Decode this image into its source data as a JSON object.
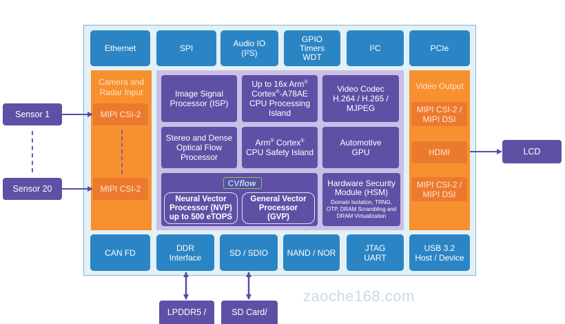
{
  "top_row": [
    "Ethernet",
    "SPI",
    "Audio IO",
    "(I²S)",
    "GPIO",
    "Timers",
    "WDT",
    "I²C",
    "PCIe"
  ],
  "left_column": {
    "title_line1": "Camera and",
    "title_line2": "Radar Input",
    "port_top": "MIPI CSI-2",
    "port_bottom": "MIPI CSI-2"
  },
  "right_column": {
    "title": "Video Output",
    "port1_line1": "MIPI CSI-2 /",
    "port1_line2": "MIPI DSI",
    "port2": "HDMI",
    "port3_line1": "MIPI CSI-2 /",
    "port3_line2": "MIPI DSI"
  },
  "core": {
    "isp_line1": "Image Signal",
    "isp_line2": "Processor (ISP)",
    "cpu_line1": "Up to 16x Arm",
    "cpu_line2a": "Cortex",
    "cpu_line2b": "-A78AE",
    "cpu_line3": "CPU Processing",
    "cpu_line4": "Island",
    "registered": "®",
    "codec_line1": "Video Codec",
    "codec_line2": "H.264 / H.265 /",
    "codec_line3": "MJPEG",
    "stereo_line1": "Stereo and Dense",
    "stereo_line2": "Optical Flow",
    "stereo_line3": "Processor",
    "safety_line1a": "Arm",
    "safety_line1b": " Cortex",
    "safety_line2": "CPU Safety Island",
    "gpu_line1": "Automotive",
    "gpu_line2": "GPU",
    "cvflow_cv": "CV",
    "cvflow_flow": "flow",
    "nvp_line1": "Neural Vector",
    "nvp_line2": "Processor (NVP)",
    "nvp_line3": "up to 500 eTOPS",
    "gvp_line1": "General Vector",
    "gvp_line2": "Processor",
    "gvp_line3": "(GVP)",
    "hsm_line1": "Hardware Security",
    "hsm_line2": "Module (HSM)",
    "hsm_sub1": "Domain Isolation, TRNG,",
    "hsm_sub2": "OTP, DRAM Scrambling and",
    "hsm_sub3": "DRAM Virtualization"
  },
  "bottom_row": {
    "can": "CAN FD",
    "ddr_line1": "DDR",
    "ddr_line2": "Interface",
    "sd": "SD / SDIO",
    "nand": "NAND / NOR",
    "jtag_line1": "JTAG",
    "jtag_line2": "UART",
    "usb_line1": "USB 3.2",
    "usb_line2": "Host / Device"
  },
  "external": {
    "sensor1": "Sensor 1",
    "sensor20": "Sensor 20",
    "lcd": "LCD",
    "lpddr": "LPDDR5 /",
    "sdcard": "SD Card/"
  },
  "watermark": "zaoche168.com",
  "colors": {
    "interface_blue": "#2b85c4",
    "io_orange": "#f7902e",
    "core_purple": "#5f50a6",
    "core_bg_lavender": "#c8c0e6",
    "cvflow_green": "#8fc16b"
  }
}
